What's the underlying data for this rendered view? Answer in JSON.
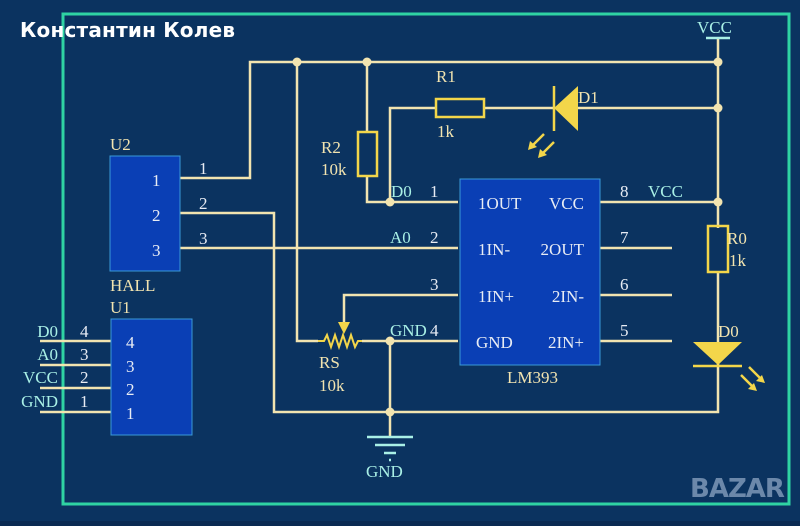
{
  "author": "Константин Колев",
  "watermark": "BAZAR",
  "colors": {
    "background": "#0b3360",
    "frame": "#2fd3a3",
    "wire": "#f2e4b0",
    "component": "#f3d64a",
    "ic_fill": "#0a3fb5",
    "ic_border": "#3a9ad8",
    "text_white": "#e8ecf4",
    "text_yellow": "#f2e4b0",
    "text_cyan": "#a9f0e6"
  },
  "components": {
    "u2": {
      "ref": "U2",
      "name": "HALL",
      "pins": [
        "1",
        "2",
        "3"
      ],
      "wire_pins": [
        "1",
        "2",
        "3"
      ]
    },
    "u1": {
      "ref": "U1",
      "pins": [
        "4",
        "3",
        "2",
        "1"
      ],
      "wire_pins": [
        "4",
        "3",
        "2",
        "1"
      ],
      "nets": [
        "D0",
        "A0",
        "VCC",
        "GND"
      ]
    },
    "r1": {
      "ref": "R1",
      "value": "1k"
    },
    "r2": {
      "ref": "R2",
      "value": "10k"
    },
    "r0": {
      "ref": "R0",
      "value": "1k"
    },
    "rs": {
      "ref": "RS",
      "value": "10k"
    },
    "d1": {
      "ref": "D1"
    },
    "d0": {
      "ref": "D0"
    },
    "ic": {
      "ref": "LM393",
      "left_labels": [
        "1OUT",
        "1IN-",
        "1IN+",
        "GND"
      ],
      "right_labels": [
        "VCC",
        "2OUT",
        "2IN-",
        "2IN+"
      ],
      "left_pins": [
        "1",
        "2",
        "3",
        "4"
      ],
      "right_pins": [
        "8",
        "7",
        "6",
        "5"
      ]
    }
  },
  "nets": {
    "vcc_top": "VCC",
    "vcc_ic": "VCC",
    "d0": "D0",
    "a0": "A0",
    "gnd_ic": "GND",
    "gnd_bottom": "GND"
  }
}
